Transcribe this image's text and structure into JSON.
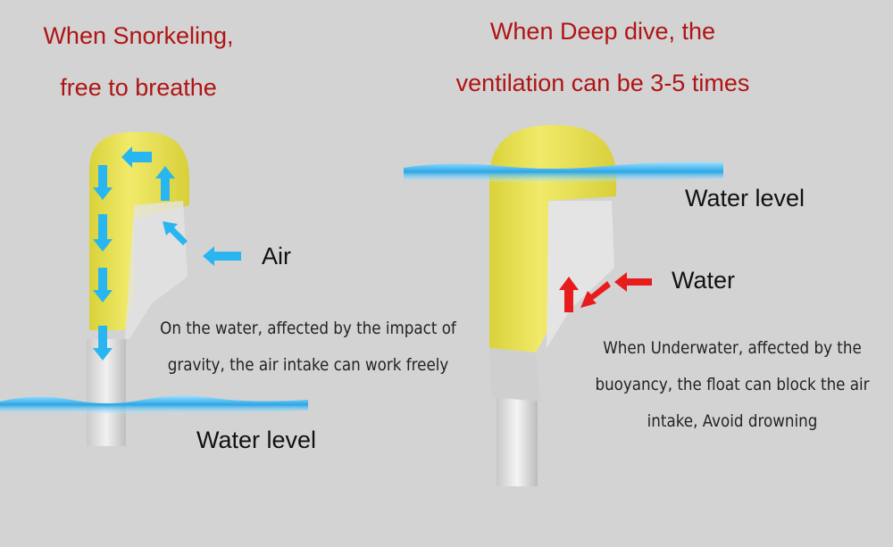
{
  "left_panel": {
    "title_lines": [
      "When Snorkeling,",
      "free to breathe"
    ],
    "air_label": "Air",
    "description_lines": [
      "On the water, affected by the impact of",
      "gravity, the air intake can work freely"
    ],
    "water_level_label": "Water level"
  },
  "right_panel": {
    "title_lines": [
      "When Deep dive, the",
      "ventilation can be 3-5 times"
    ],
    "water_level_label": "Water level",
    "water_label": "Water",
    "description_lines": [
      "When Underwater, affected by the",
      "buoyancy, the float can block the air",
      "intake, Avoid drowning"
    ]
  },
  "colors": {
    "title": "#b01414",
    "float": "#e6e04a",
    "air_arrow": "#29b6f0",
    "water_arrow": "#e81c1c",
    "water": "#3bb3e8"
  }
}
